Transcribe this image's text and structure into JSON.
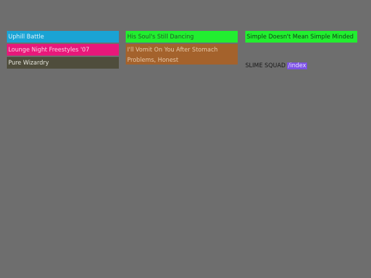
{
  "columns": [
    {
      "items": [
        {
          "label": "Uphill Battle",
          "color": "#1aa3d4"
        },
        {
          "label": "Lounge Night Freestyles '07",
          "color": "#e8187a"
        },
        {
          "label": "Pure Wizardry",
          "color": "#4f4d3c"
        }
      ]
    },
    {
      "items": [
        {
          "label": "His Soul's Still Dancing",
          "color": "#22ee30"
        },
        {
          "label": "I'll Vomit On You After Stomach Problems, Honest",
          "color": "#a4622c"
        }
      ]
    },
    {
      "items": [
        {
          "label": "Simple Doesn't Mean Simple Minded",
          "color": "#22ee30"
        }
      ]
    }
  ],
  "footer": {
    "text": "SLIME SQUAD ",
    "link": "/index",
    "link_color": "#7d52e6"
  },
  "background": "#6e6e6e"
}
